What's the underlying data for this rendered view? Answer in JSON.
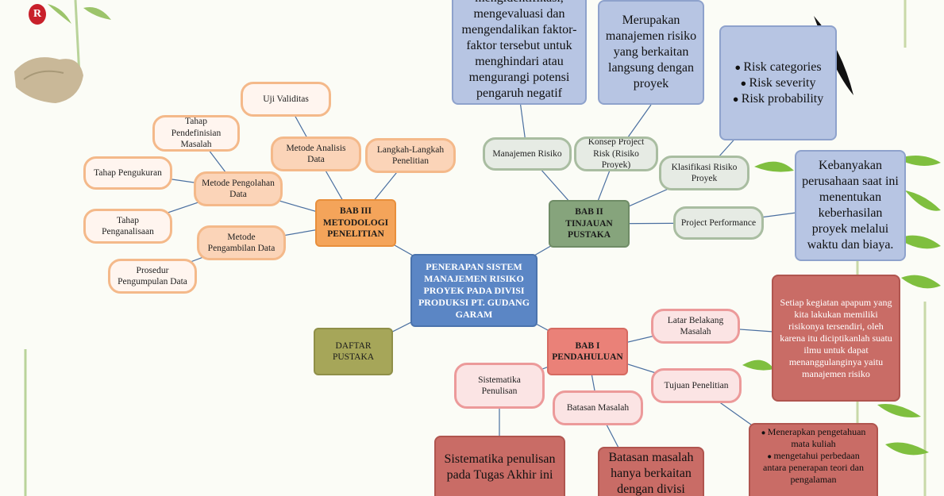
{
  "center": "PENERAPAN SISTEM MANAJEMEN RISIKO PROYEK PADA DIVISI PRODUKSI PT. GUDANG GARAM",
  "bab3": {
    "title": "BAB III METODOLOGI PENELITIAN",
    "uji_validitas": "Uji Validitas",
    "metode_analisis": "Metode Analisis Data",
    "langkah": "Langkah-Langkah Penelitian",
    "metode_pengolahan": "Metode Pengolahan Data",
    "tahap_definisi": "Tahap Pendefinisian Masalah",
    "tahap_pengukuran": "Tahap Pengukuran",
    "tahap_analisa": "Tahap Penganalisaan",
    "metode_pengambilan": "Metode Pengambilan Data",
    "prosedur": "Prosedur Pengumpulan Data"
  },
  "bab2": {
    "title": "BAB II TINJAUAN PUSTAKA",
    "manajemen_risiko": "Manajemen Risiko",
    "konsep": "Konsep Project Risk (Risiko Proyek)",
    "klasifikasi": "Klasifikasi Risiko Proyek",
    "performance": "Project Performance",
    "note_manajemen": "mengidentifikasi, mengevaluasi dan mengendalikan faktor-faktor tersebut untuk menghindari atau mengurangi potensi pengaruh negatif",
    "note_konsep": "Merupakan manajemen risiko yang berkaitan langsung dengan proyek",
    "note_klasifikasi": [
      "Risk categories",
      "Risk severity",
      "Risk probability"
    ],
    "note_performance": "Kebanyakan perusahaan saat ini menentukan keberhasilan proyek melalui waktu dan biaya."
  },
  "bab1": {
    "title": "BAB I PENDAHULUAN",
    "latar": "Latar Belakang Masalah",
    "tujuan": "Tujuan Penelitian",
    "batasan": "Batasan Masalah",
    "sistematika": "Sistematika Penulisan",
    "note_latar": "Setiap kegiatan apapum yang kita lakukan memiliki risikonya tersendiri, oleh karena itu diciptikanlah suatu ilmu untuk dapat menanggulanginya yaitu manajemen risiko",
    "note_tujuan": [
      "Menerapkan pengetahuan mata kuliah",
      "mengetahui perbedaan antara penerapan teori dan pengalaman"
    ],
    "note_batasan": "Batasan masalah hanya berkaitan dengan divisi",
    "note_sistematika": "Sistematika penulisan pada Tugas Akhir ini"
  },
  "daftar": "DAFTAR PUSTAKA",
  "logo_text": "R",
  "colors": {
    "main": "#5b86c5",
    "bab3": "#f4a45a",
    "bab2": "#86a47c",
    "bab1": "#ea8178",
    "daftar": "#a6a659",
    "note_blue": "#b7c5e3",
    "note_red": "#c96c66",
    "link": "#4a6fa0"
  }
}
